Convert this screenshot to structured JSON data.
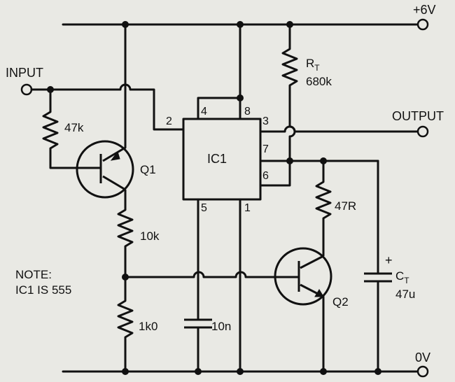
{
  "rails": {
    "supply_label": "+6V",
    "ground_label": "0V"
  },
  "io": {
    "input_label": "INPUT",
    "output_label": "OUTPUT"
  },
  "ic": {
    "name": "IC1",
    "pins": {
      "p2": "2",
      "p3": "3",
      "p4": "4",
      "p8": "8",
      "p7": "7",
      "p6": "6",
      "p5": "5",
      "p1": "1"
    }
  },
  "components": {
    "r_47k": "47k",
    "q1": "Q1",
    "r_10k": "10k",
    "r_1k0": "1k0",
    "c_10n": "10n",
    "rt_main": "R",
    "rt_sub": "T",
    "rt_value": "680k",
    "r_47r": "47R",
    "q2": "Q2",
    "ct_main": "C",
    "ct_sub": "T",
    "ct_value": "47u",
    "ct_polarity": "+"
  },
  "note": {
    "line1": "NOTE:",
    "line2": "IC1 IS 555"
  }
}
